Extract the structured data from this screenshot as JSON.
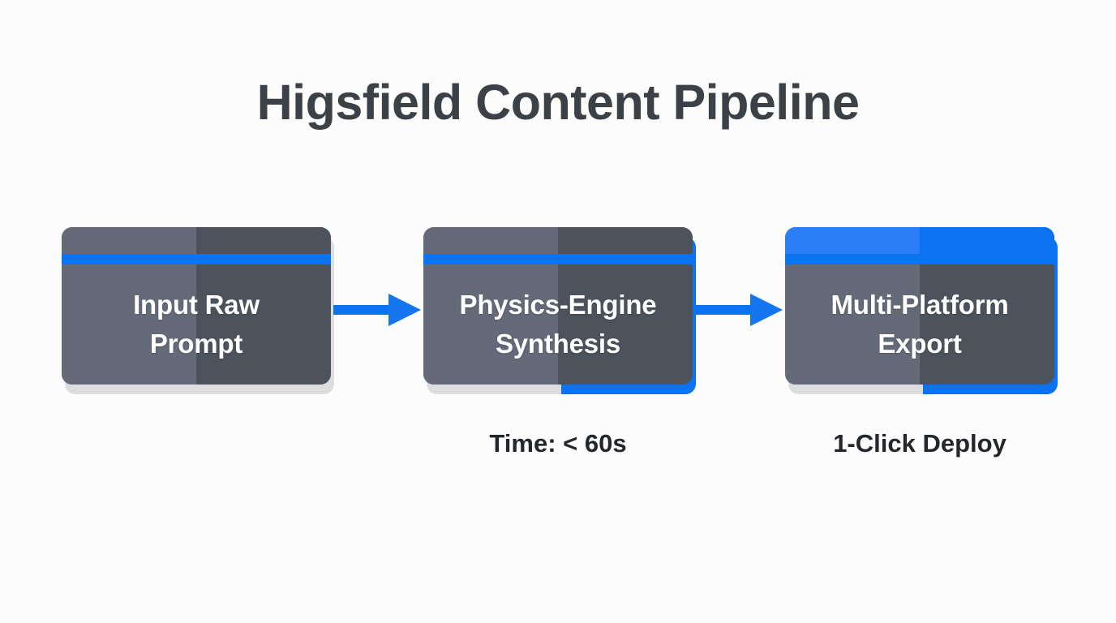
{
  "title": "Higsfield Content Pipeline",
  "background_color": "#fcfcfd",
  "title_color": "#3c4147",
  "palette": {
    "accent_blue": "#0b72f0",
    "accent_blue_light": "#2b7ef5",
    "node_gray_light": "#646a78",
    "node_gray_dark": "#4d535c",
    "shadow_gray": "#dcdddf",
    "label_text": "#ffffff",
    "caption_text": "#23262a"
  },
  "pipeline": {
    "stages": [
      {
        "id": "input-raw-prompt",
        "label": "Input Raw\nPrompt",
        "label_line1": "Input Raw",
        "label_line2": "Prompt",
        "top_band_filled": false,
        "shadow_accent": false,
        "caption": ""
      },
      {
        "id": "physics-engine-synthesis",
        "label": "Physics-Engine\nSynthesis",
        "label_line1": "Physics-Engine",
        "label_line2": "Synthesis",
        "top_band_filled": false,
        "shadow_accent": true,
        "caption": "Time: < 60s"
      },
      {
        "id": "multi-platform-export",
        "label": "Multi-Platform\nExport",
        "label_line1": "Multi-Platform",
        "label_line2": "Export",
        "top_band_filled": true,
        "shadow_accent": true,
        "caption": "1-Click Deploy"
      }
    ],
    "connectors": [
      {
        "id": "arrow-1",
        "from": "input-raw-prompt",
        "to": "physics-engine-synthesis",
        "icon": "arrow-right-icon"
      },
      {
        "id": "arrow-2",
        "from": "physics-engine-synthesis",
        "to": "multi-platform-export",
        "icon": "arrow-right-icon"
      }
    ]
  }
}
